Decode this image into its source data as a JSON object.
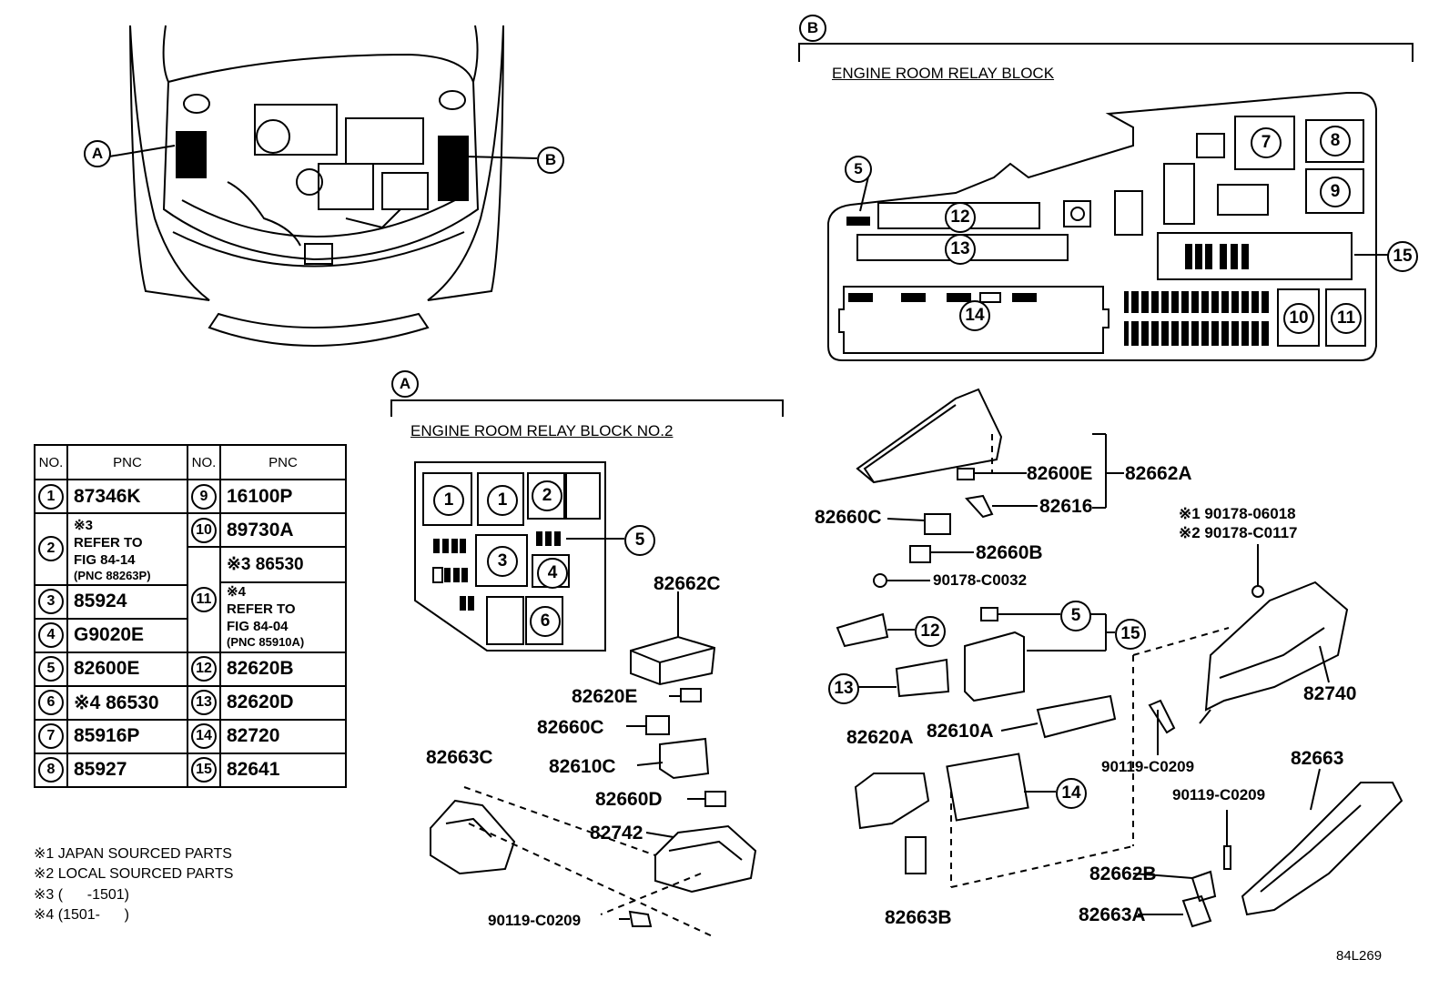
{
  "callouts": {
    "a": "A",
    "b": "B"
  },
  "titles": {
    "block_b": "ENGINE ROOM RELAY BLOCK",
    "block_a": "ENGINE ROOM RELAY BLOCK NO.2"
  },
  "table": {
    "header_no": "NO.",
    "header_pnc": "PNC",
    "rows_left": [
      {
        "no": "1",
        "pnc": "87346K"
      },
      {
        "no": "2",
        "pnc": "※3",
        "note_line1": "REFER TO",
        "note_line2": "FIG 84-14",
        "note_line3": "(PNC 88263P)"
      },
      {
        "no": "3",
        "pnc": "85924"
      },
      {
        "no": "4",
        "pnc": "G9020E"
      },
      {
        "no": "5",
        "pnc": "82600E"
      },
      {
        "no": "6",
        "pnc": "※4 86530"
      },
      {
        "no": "7",
        "pnc": "85916P"
      },
      {
        "no": "8",
        "pnc": "85927"
      }
    ],
    "rows_right": [
      {
        "no": "9",
        "pnc": "16100P"
      },
      {
        "no": "10",
        "pnc": "89730A"
      },
      {
        "no": "11",
        "pnc_top": "※3 86530",
        "note_line0": "※4",
        "note_line1": "REFER TO",
        "note_line2": "FIG 84-04",
        "note_line3": "(PNC 85910A)"
      },
      {
        "no": "12",
        "pnc": "82620B"
      },
      {
        "no": "13",
        "pnc": "82620D"
      },
      {
        "no": "14",
        "pnc": "82720"
      },
      {
        "no": "15",
        "pnc": "82641"
      }
    ]
  },
  "footnotes": {
    "n1": "※1 JAPAN SOURCED PARTS",
    "n2": "※2 LOCAL SOURCED PARTS",
    "n3": "※3 (      -1501)",
    "n4": "※4 (1501-      )"
  },
  "diagram_b": {
    "slots": [
      "5",
      "7",
      "8",
      "9",
      "10",
      "11",
      "12",
      "13",
      "14",
      "15"
    ]
  },
  "diagram_a": {
    "slots": [
      "1",
      "1",
      "2",
      "3",
      "4",
      "5",
      "6"
    ]
  },
  "part_labels": {
    "p82662C": "82662C",
    "p82620E": "82620E",
    "p82660C_a": "82660C",
    "p82610C": "82610C",
    "p82660D": "82660D",
    "p82742": "82742",
    "p82663C": "82663C",
    "p90119_a": "90119-C0209",
    "p82600E": "82600E",
    "p82662A": "82662A",
    "p82616": "82616",
    "p82660C_b": "82660C",
    "p82660B": "82660B",
    "p90178_C0032": "90178-C0032",
    "p90178_06018": "※1 90178-06018",
    "p90178_C0117": "※2 90178-C0117",
    "p82740": "82740",
    "p90119_b": "90119-C0209",
    "p82610A": "82610A",
    "p82620A": "82620A",
    "p82663": "82663",
    "p90119_c": "90119-C0209",
    "p82662B": "82662B",
    "p82663A": "82663A",
    "p82663B": "82663B",
    "c12": "12",
    "c13": "13",
    "c14": "14",
    "c15": "15",
    "c5": "5",
    "c5a": "5"
  },
  "figure_code": "84L269"
}
